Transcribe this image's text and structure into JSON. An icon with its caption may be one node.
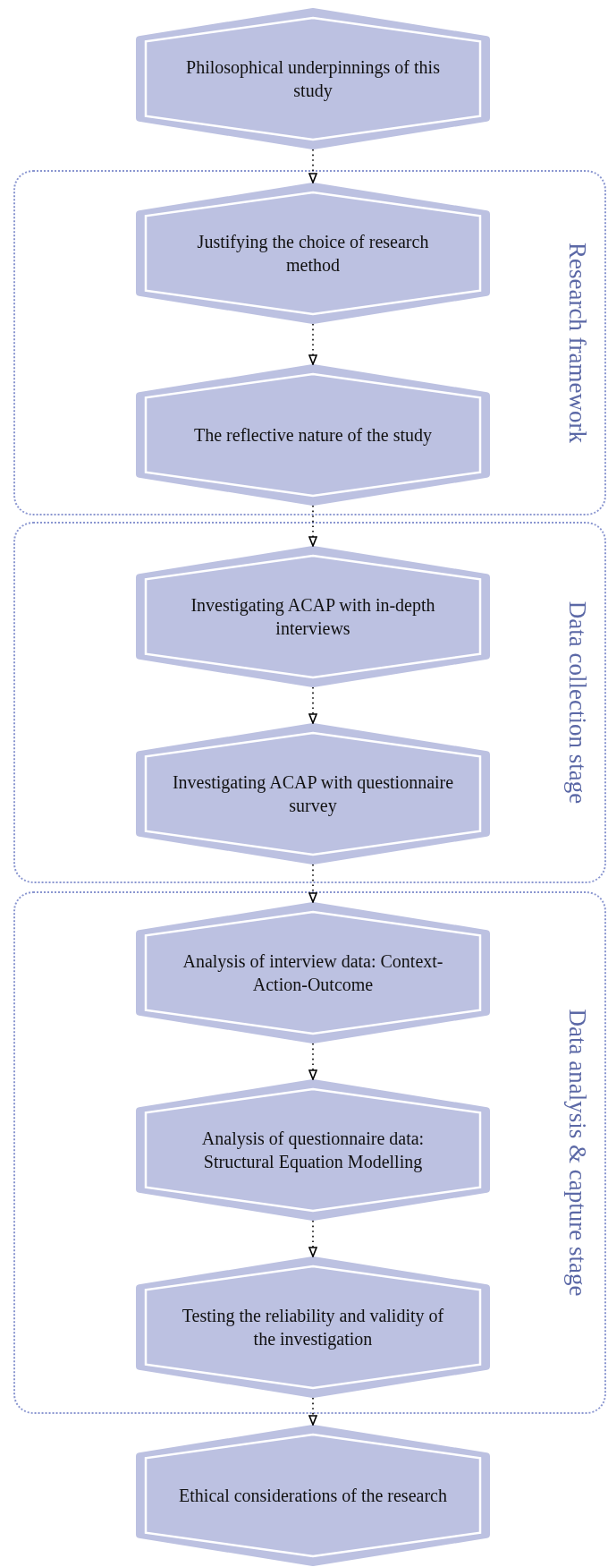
{
  "diagram": {
    "nodes": [
      {
        "text": [
          "Philosophical underpinnings of this study"
        ]
      },
      {
        "text": [
          "Research framework"
        ]
      },
      {
        "text": [
          "Justifying the choice of research method"
        ],
        "in": 1
      },
      {
        "text": [
          "The reflective nature of the study"
        ],
        "in": 1
      },
      {
        "text": [
          "Data collection stage"
        ]
      },
      {
        "text": [
          "Investigating ACAP with in-depth interviews"
        ],
        "in": 4
      },
      {
        "text": [
          "Investigating ACAP with questionnaire survey"
        ],
        "in": 4
      },
      {
        "text": [
          "Data analysis & capture stage"
        ]
      },
      {
        "text": [
          "Analysis of interview data: Context-Action-Outcome"
        ],
        "in": 7
      },
      {
        "text": [
          "Analysis of questionnaire data: Structural Equation Modelling"
        ],
        "in": 7
      },
      {
        "text": [
          "Testing the reliability and validity of the investigation"
        ],
        "in": 7
      },
      {
        "text": [
          "Ethical considerations of the research"
        ]
      }
    ],
    "edges": [
      {
        "from": 0,
        "to": 2,
        "arrow": "to"
      },
      {
        "from": 2,
        "to": 3,
        "arrow": "to"
      },
      {
        "from": 3,
        "to": 5,
        "arrow": "to"
      },
      {
        "from": 5,
        "to": 6,
        "arrow": "to"
      },
      {
        "from": 6,
        "to": 8,
        "arrow": "to"
      },
      {
        "from": 8,
        "to": 9,
        "arrow": "to"
      },
      {
        "from": 9,
        "to": 10,
        "arrow": "to"
      },
      {
        "from": 10,
        "to": 11,
        "arrow": "to"
      }
    ]
  }
}
